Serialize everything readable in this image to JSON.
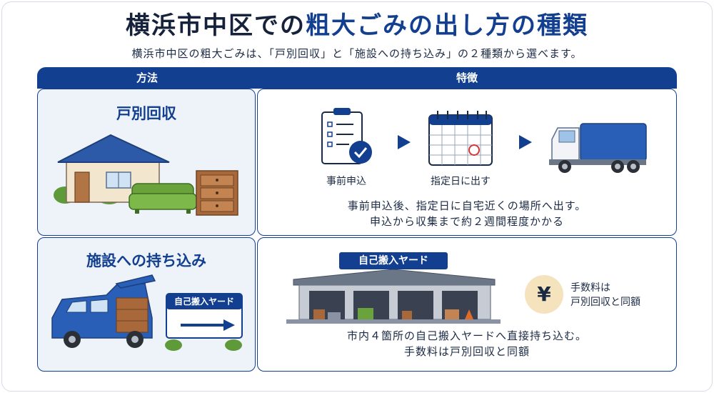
{
  "title": {
    "main": "横浜市中区での",
    "accent": "粗大ごみの出し方の種類"
  },
  "subtitle": "横浜市中区の粗大ごみは、「戸別回収」と「施設への持ち込み」の２種類から選べます。",
  "table": {
    "header_method": "方法",
    "header_feature": "特徴"
  },
  "door_to_door": {
    "title": "戸別回収",
    "steps": [
      {
        "label": "事前申込",
        "icon": "clipboard-check-icon"
      },
      {
        "label": "指定日に出す",
        "icon": "calendar-icon"
      },
      {
        "label": "",
        "icon": "garbage-truck-icon"
      }
    ],
    "desc_line1": "事前申込後、指定日に自宅近くの場所へ出す。",
    "desc_line2": "申込から収集まで約２週間程度かかる"
  },
  "facility": {
    "title": "施設への持ち込み",
    "sign_text": "自己搬入ヤード",
    "building_sign": "自己搬入ヤード",
    "fee_symbol": "¥",
    "fee_line1": "手数料は",
    "fee_line2": "戸別回収と同額",
    "desc_line1": "市内４箇所の自己搬入ヤードへ直接持ち込む。",
    "desc_line2": "手数料は戸別回収と同額"
  },
  "colors": {
    "navy": "#123f8f",
    "light_panel": "#eef3fa",
    "house_roof": "#2d5aa8",
    "sofa_green": "#6aa33c",
    "drawer_brown": "#a9683a",
    "car_blue": "#2a5fb8",
    "fee_circle": "#f5e3bd"
  }
}
